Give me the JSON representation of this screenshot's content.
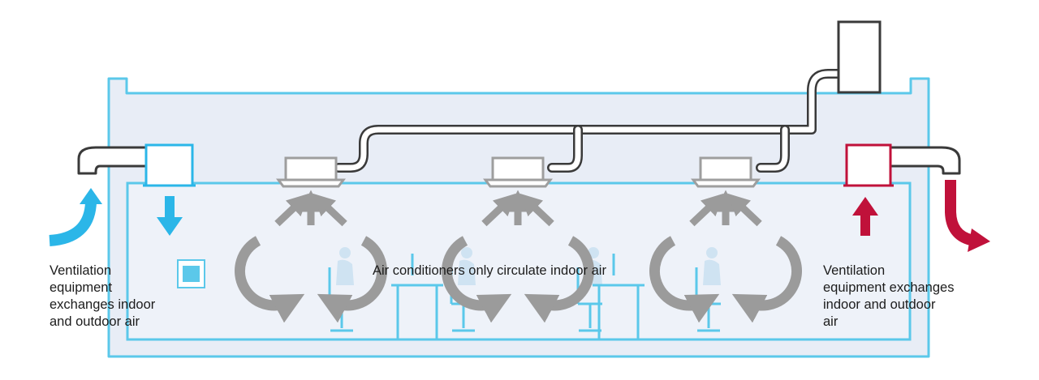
{
  "labels": {
    "left": "Ventilation\nequipment\nexchanges indoor\nand outdoor air",
    "center": "Air conditioners only circulate indoor air",
    "right": "Ventilation\nequipment exchanges\nindoor and outdoor\nair"
  },
  "colors": {
    "building_outline": "#5bc8ea",
    "ceiling_fill": "#e8edf6",
    "room_fill": "#eef2f9",
    "pipe": "#3a3a3a",
    "ac_unit": "#9e9e9e",
    "circulation_arrow": "#9b9b9b",
    "intake_arrow": "#2bb6e8",
    "exhaust_arrow": "#c0113a",
    "people": "#cfe3f2"
  },
  "icons": {
    "intake": "curved-arrow-up-icon",
    "exhaust": "curved-arrow-down-icon",
    "circulation": "circular-arrow-icon",
    "outdoor_unit": "outdoor-unit-icon",
    "controller": "wall-controller-icon"
  }
}
